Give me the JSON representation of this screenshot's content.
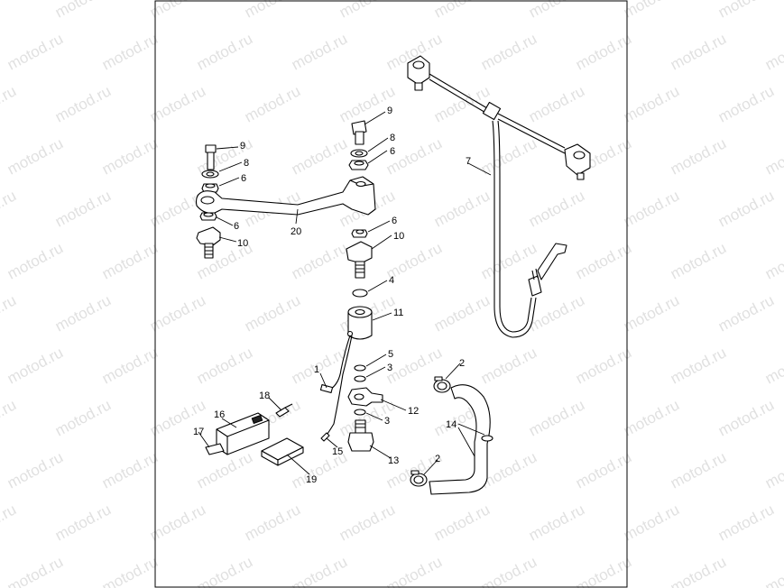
{
  "watermark": "motod.ru",
  "callouts": {
    "c1": "1",
    "c2a": "2",
    "c2b": "2",
    "c3a": "3",
    "c3b": "3",
    "c4": "4",
    "c5": "5",
    "c6a": "6",
    "c6b": "6",
    "c6c": "6",
    "c6d": "6",
    "c7": "7",
    "c8a": "8",
    "c8b": "8",
    "c9a": "9",
    "c9b": "9",
    "c10a": "10",
    "c10b": "10",
    "c11": "11",
    "c12": "12",
    "c13": "13",
    "c14": "14",
    "c15": "15",
    "c16": "16",
    "c17": "17",
    "c18": "18",
    "c19": "19",
    "c20": "20"
  }
}
